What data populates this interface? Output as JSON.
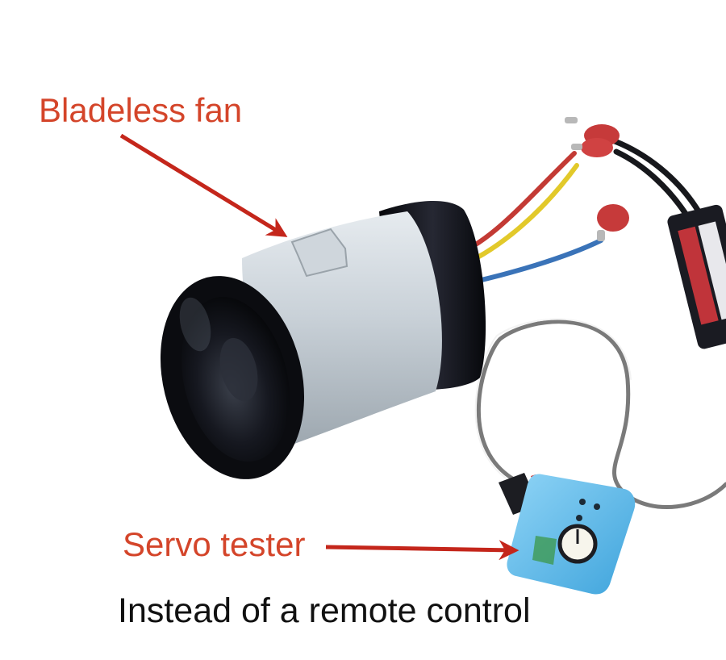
{
  "annotations": {
    "fan_label": "Bladeless fan",
    "servo_label": "Servo tester",
    "caption": "Instead of a remote control"
  },
  "colors": {
    "accent": "#d4452a",
    "arrow": "#c4261b",
    "fan_body": "#d7dde2",
    "fan_casing": "#0e0f14",
    "servo_tester": "#6ec3ee",
    "esc": "#1a1b22",
    "connector": "#c63a3a"
  },
  "icons": {
    "fan_arrow": "arrow-icon",
    "servo_arrow": "arrow-icon"
  }
}
